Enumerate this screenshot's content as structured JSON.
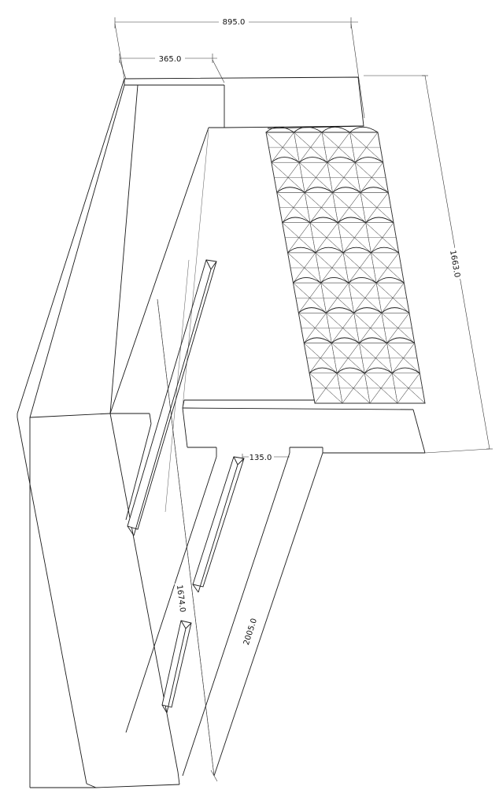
{
  "drawing": {
    "dimensions": {
      "overall_width": "895.0",
      "top_width": "365.0",
      "right_height": "1663.0",
      "rail_width": "135.0",
      "middle_length": "1674.0",
      "bottom_length": "2005.0"
    },
    "roof_tiles": {
      "rows": 9,
      "cols": 4
    }
  }
}
